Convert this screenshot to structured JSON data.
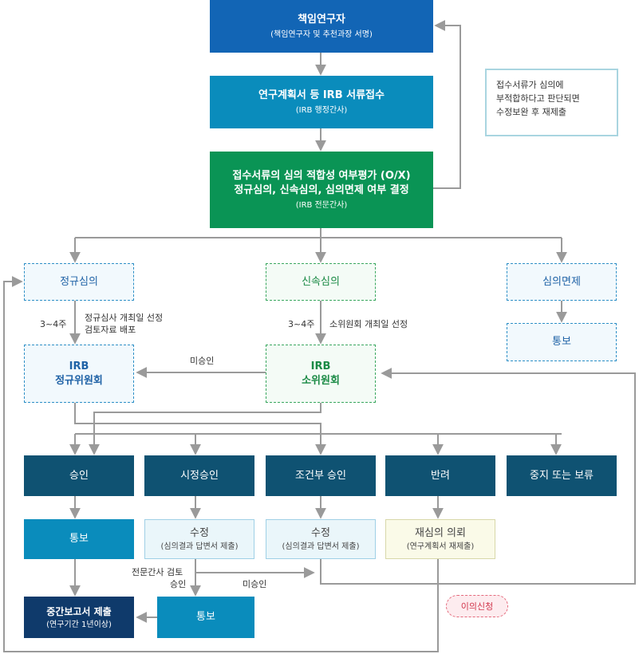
{
  "boxes": {
    "pi": {
      "title": "책임연구자",
      "sub": "(책임연구자 및 추천과장 서명)"
    },
    "submit": {
      "title": "연구계획서 등 IRB 서류접수",
      "sub": "(IRB 행정간사)"
    },
    "eval": {
      "title1": "접수서류의 심의 적합성 여부평가 (O/X)",
      "title2": "정규심의, 신속심의, 심의면제 여부 결정",
      "sub": "(IRB 전문간사)"
    },
    "regular": {
      "title": "정규심의"
    },
    "expedited": {
      "title": "신속심의"
    },
    "exempt": {
      "title": "심의면제"
    },
    "exempt_notice": {
      "title": "통보"
    },
    "irb_regular": {
      "title1": "IRB",
      "title2": "정규위원회"
    },
    "irb_sub": {
      "title1": "IRB",
      "title2": "소위원회"
    },
    "approve": {
      "title": "승인"
    },
    "tentative": {
      "title": "시정승인"
    },
    "conditional": {
      "title": "조건부 승인"
    },
    "reject": {
      "title": "반려"
    },
    "suspend": {
      "title": "중지 또는 보류"
    },
    "notice1": {
      "title": "통보"
    },
    "revise1": {
      "title": "수정",
      "sub": "(심의결과 답변서 제출)"
    },
    "revise2": {
      "title": "수정",
      "sub": "(심의결과 답변서 제출)"
    },
    "rereview": {
      "title": "재심의 의뢰",
      "sub": "(연구계획서 재제출)"
    },
    "interim": {
      "title": "중간보고서 제출",
      "sub": "(연구기간 1년이상)"
    },
    "notice2": {
      "title": "통보"
    }
  },
  "note": {
    "line1": "접수서류가 심의에",
    "line2": "부적합하다고 판단되면",
    "line3": "수정보완 후 재제출"
  },
  "labels": {
    "weeks1": "3~4주",
    "regular_desc1": "정규심사 개최일 선정",
    "regular_desc2": "검토자료 배포",
    "weeks2": "3~4주",
    "sub_desc": "소위원회 개최일 선정",
    "not_approved1": "미승인",
    "expert_review": "전문간사 검토",
    "approved": "승인",
    "not_approved2": "미승인"
  },
  "appeal": "이의신청"
}
